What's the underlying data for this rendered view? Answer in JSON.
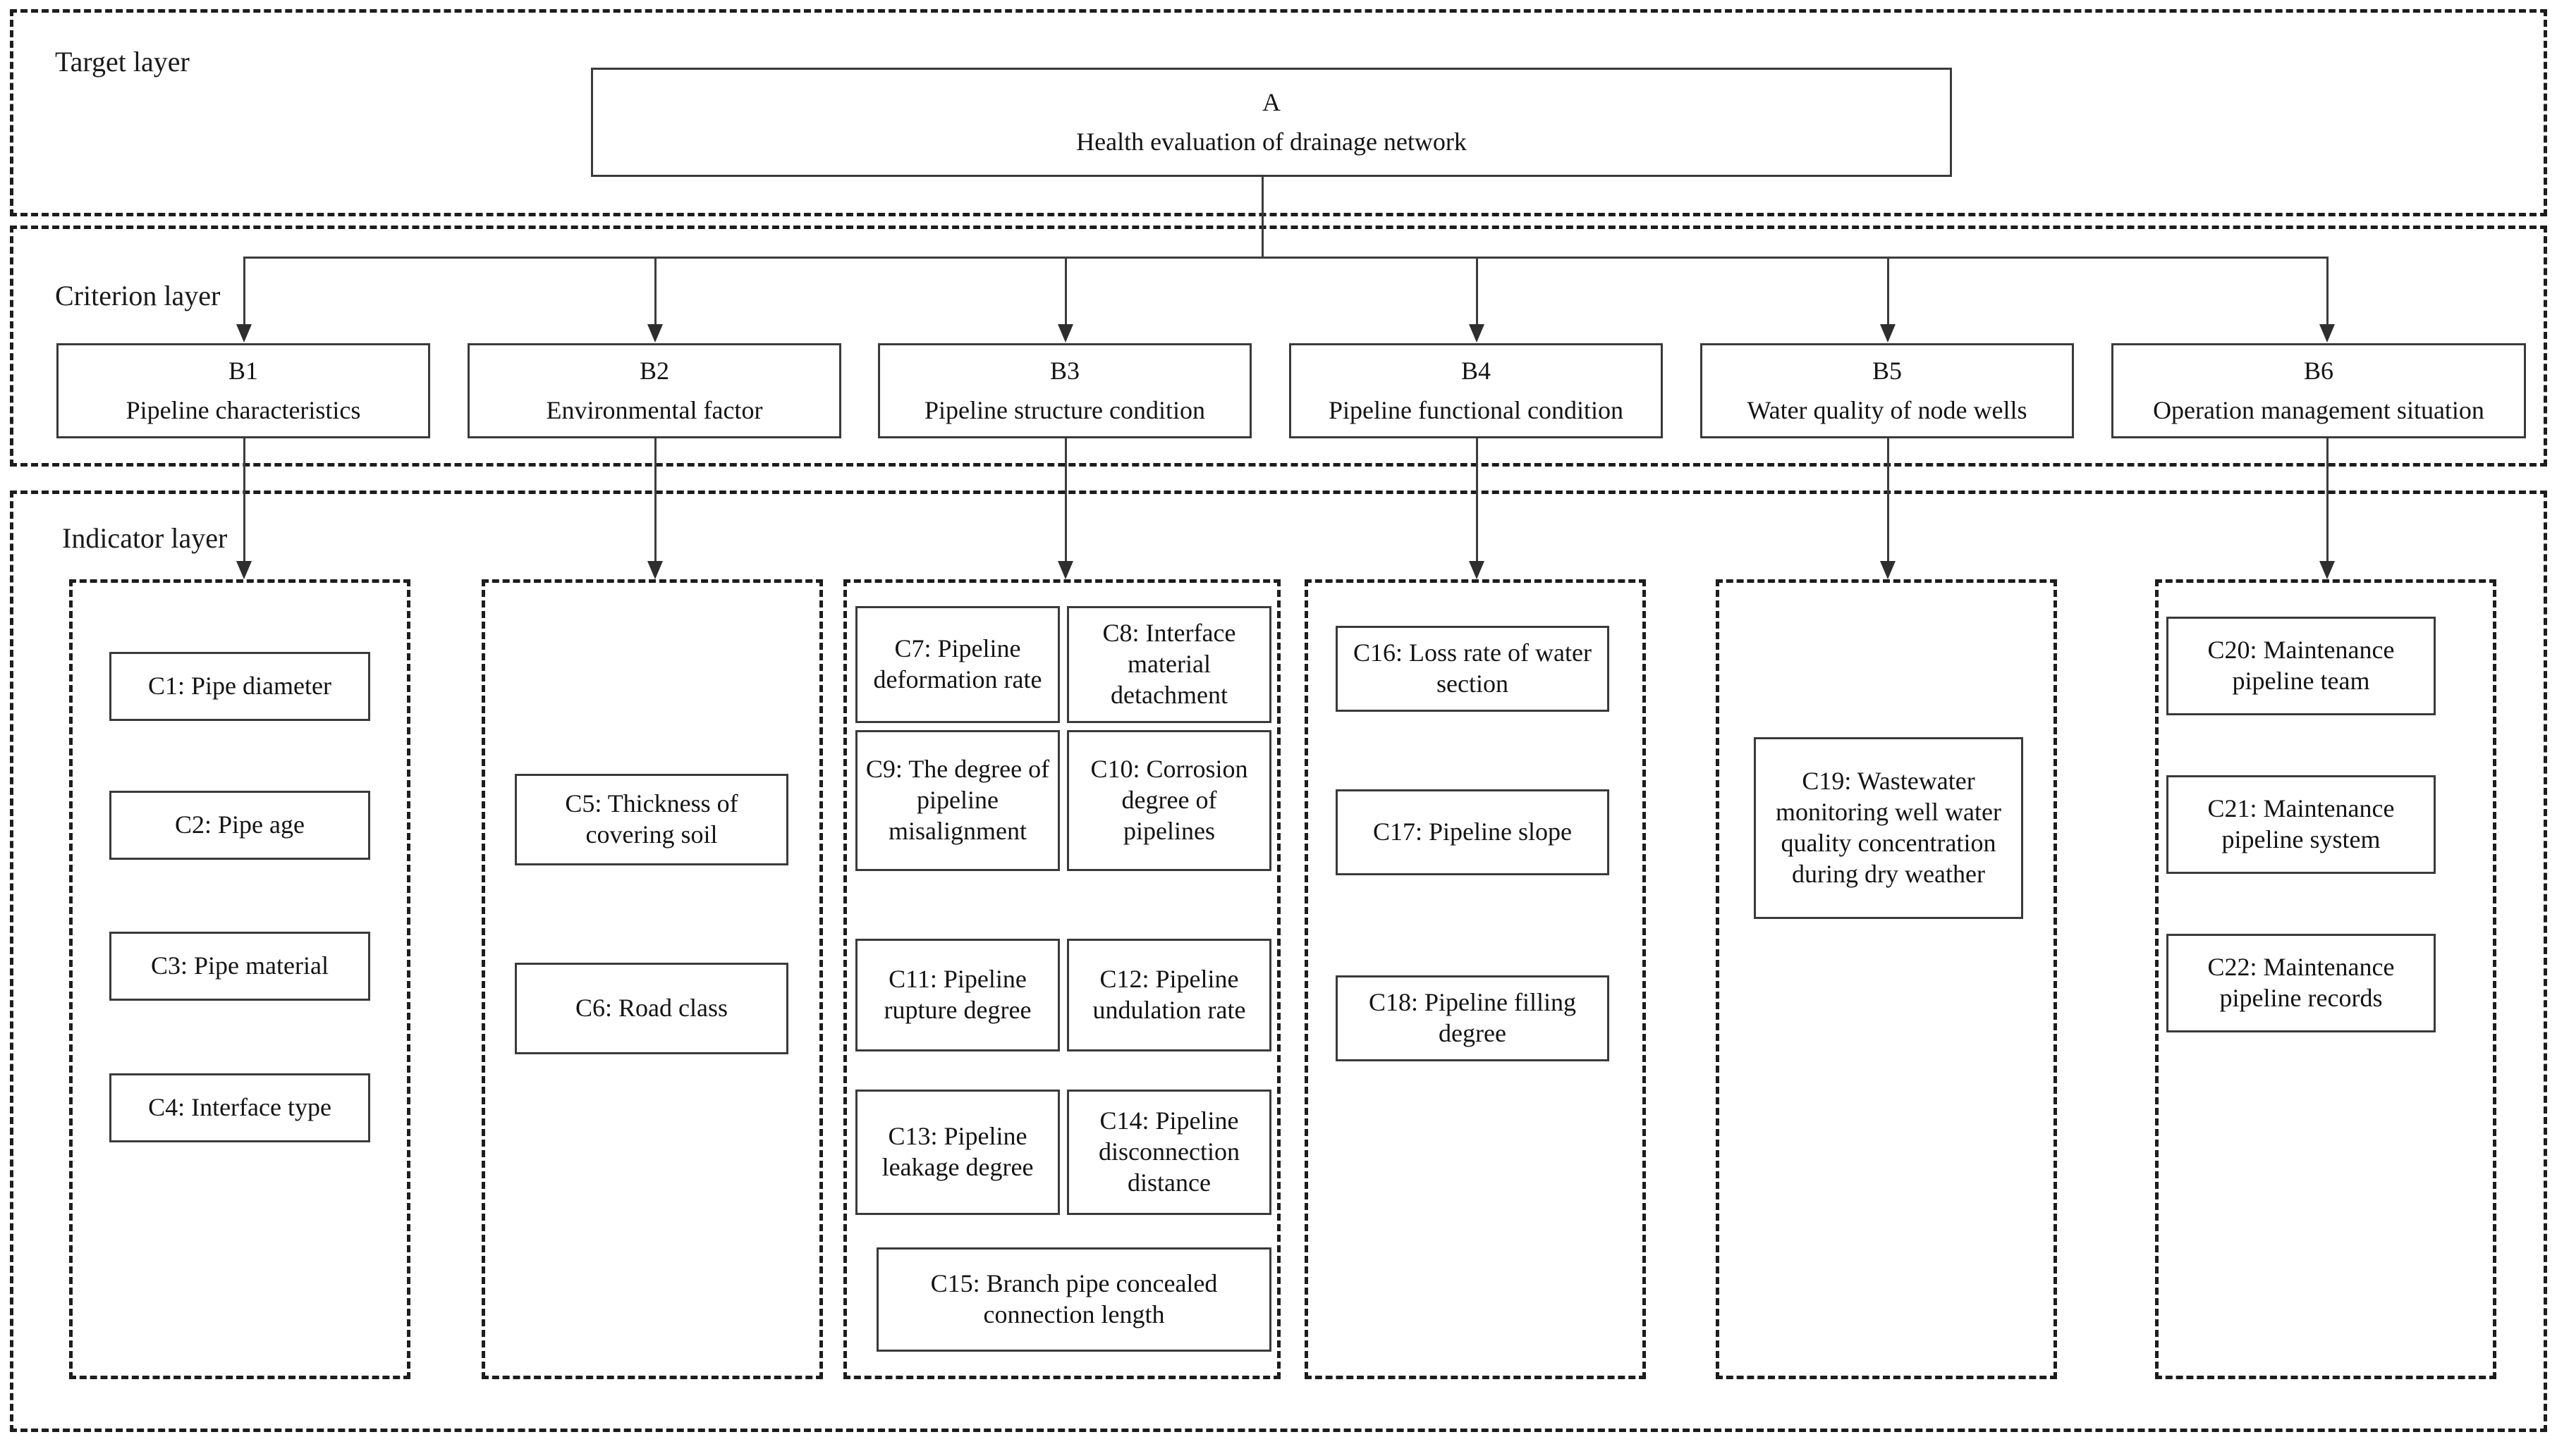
{
  "diagram": {
    "layers": [
      {
        "key": "target",
        "label": "Target layer"
      },
      {
        "key": "criterion",
        "label": "Criterion layer"
      },
      {
        "key": "indicator",
        "label": "Indicator layer"
      }
    ],
    "goal": {
      "code": "A",
      "label": "Health evaluation of drainage network"
    },
    "criteria": [
      {
        "code": "B1",
        "label": "Pipeline characteristics"
      },
      {
        "code": "B2",
        "label": "Environmental factor"
      },
      {
        "code": "B3",
        "label": "Pipeline structure condition"
      },
      {
        "code": "B4",
        "label": "Pipeline functional condition"
      },
      {
        "code": "B5",
        "label": "Water quality of node wells"
      },
      {
        "code": "B6",
        "label": "Operation management situation"
      }
    ],
    "indicators": {
      "group1": [
        {
          "label": "C1: Pipe diameter"
        },
        {
          "label": "C2: Pipe age"
        },
        {
          "label": "C3: Pipe material"
        },
        {
          "label": "C4: Interface type"
        }
      ],
      "group2": [
        {
          "label": "C5: Thickness of covering soil"
        },
        {
          "label": "C6: Road class"
        }
      ],
      "group3": [
        {
          "label": "C7: Pipeline deformation rate"
        },
        {
          "label": "C8: Interface material detachment"
        },
        {
          "label": "C9: The degree of pipeline misalignment"
        },
        {
          "label": "C10: Corrosion degree of pipelines"
        },
        {
          "label": "C11: Pipeline rupture degree"
        },
        {
          "label": "C12: Pipeline undulation rate"
        },
        {
          "label": "C13: Pipeline leakage degree"
        },
        {
          "label": "C14: Pipeline disconnection distance"
        },
        {
          "label": "C15: Branch pipe concealed connection length"
        }
      ],
      "group4": [
        {
          "label": "C16: Loss rate of water section"
        },
        {
          "label": "C17: Pipeline slope"
        },
        {
          "label": "C18: Pipeline filling degree"
        }
      ],
      "group5": [
        {
          "label": "C19: Wastewater monitoring well water quality concentration during dry weather"
        }
      ],
      "group6": [
        {
          "label": "C20: Maintenance pipeline team"
        },
        {
          "label": "C21: Maintenance pipeline system"
        },
        {
          "label": "C22: Maintenance pipeline  records"
        }
      ]
    },
    "colors": {
      "node_border": "#3a3a3a",
      "layer_border": "#1d1d1d",
      "connector": "#3c3c3c",
      "text": "#141414",
      "background": "#ffffff"
    }
  }
}
